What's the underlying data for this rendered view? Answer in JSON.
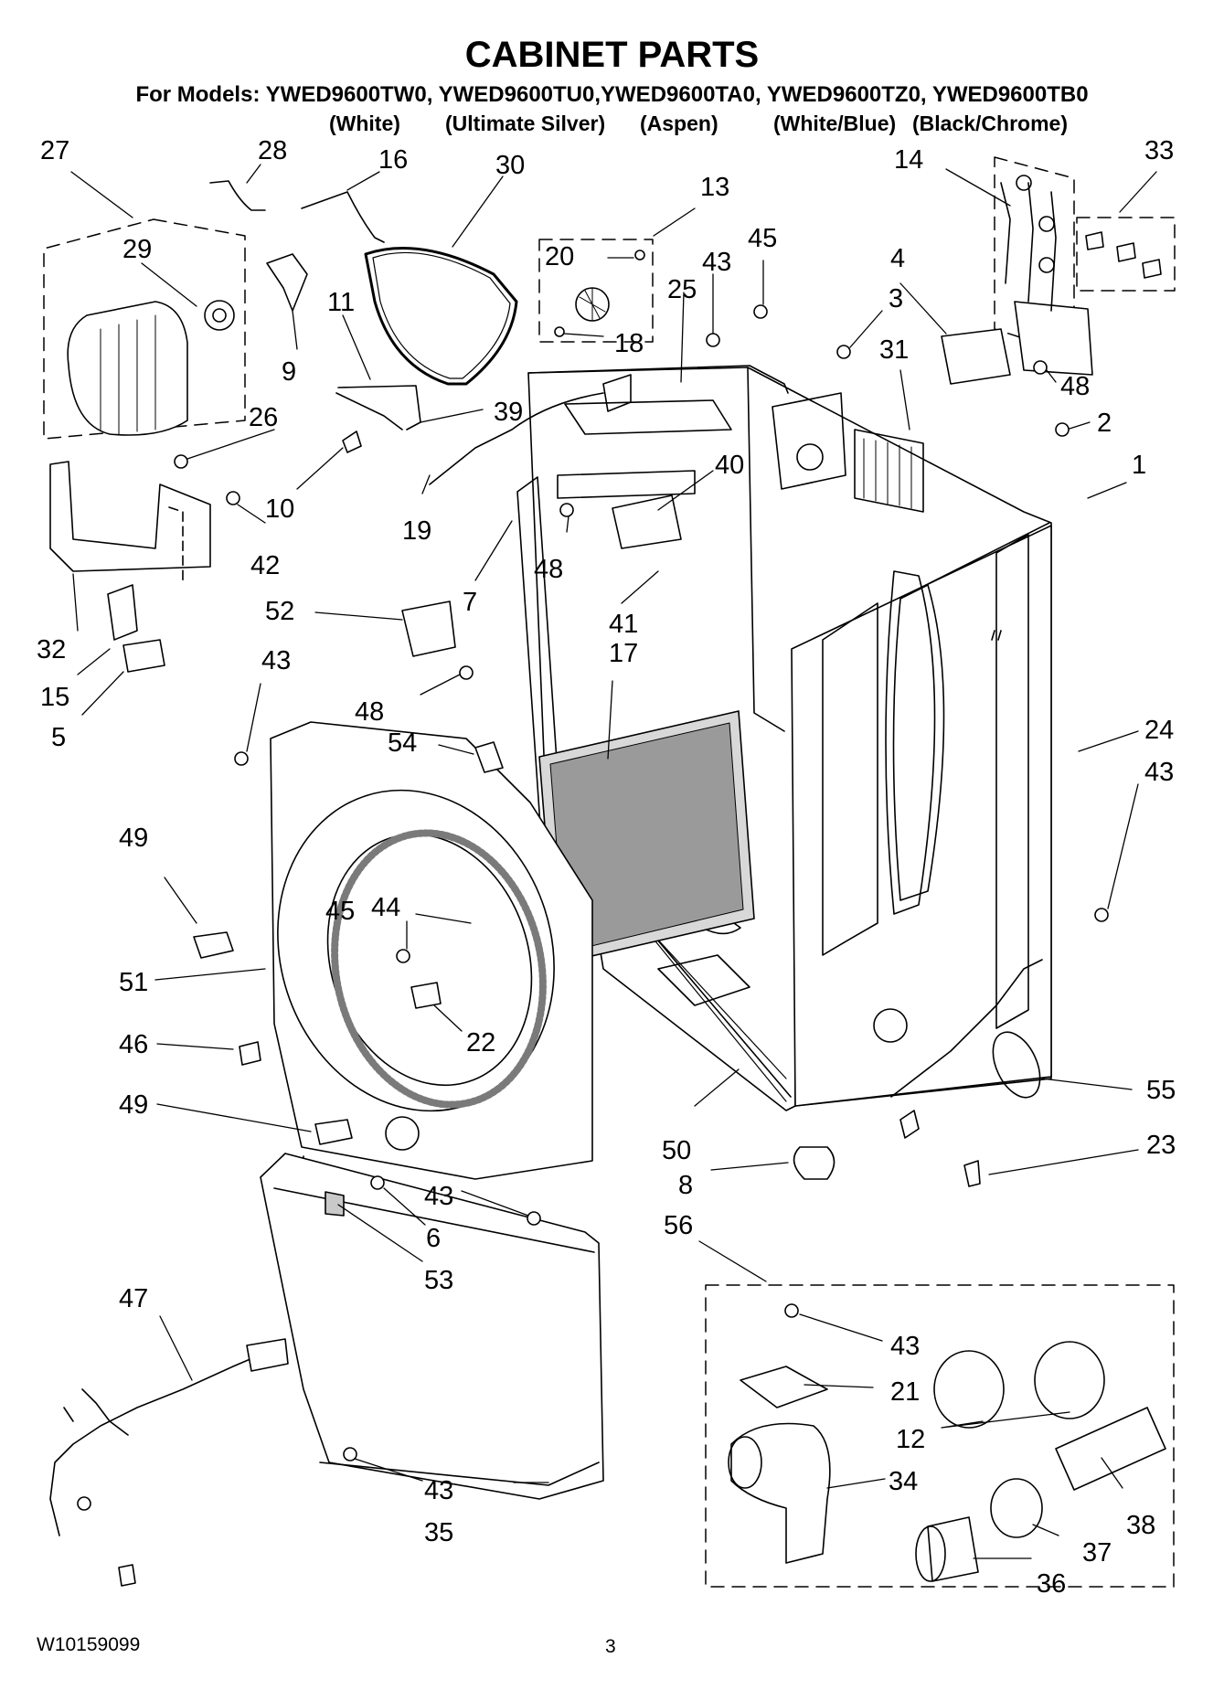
{
  "header": {
    "title": "CABINET PARTS",
    "models_line": "For Models: YWED9600TW0, YWED9600TU0,YWED9600TA0, YWED9600TZ0, YWED9600TB0",
    "colors": [
      "(White)",
      "(Ultimate Silver)",
      "(Aspen)",
      "(White/Blue)",
      "(Black/Chrome)"
    ]
  },
  "callouts": [
    "27",
    "28",
    "16",
    "30",
    "13",
    "33",
    "14",
    "29",
    "20",
    "43",
    "45",
    "4",
    "25",
    "3",
    "18",
    "9",
    "11",
    "31",
    "48",
    "26",
    "39",
    "2",
    "1",
    "10",
    "40",
    "42",
    "19",
    "48",
    "7",
    "32",
    "52",
    "41",
    "17",
    "15",
    "5",
    "43",
    "48",
    "54",
    "24",
    "43",
    "49",
    "45",
    "44",
    "51",
    "22",
    "46",
    "55",
    "49",
    "50",
    "23",
    "8",
    "43",
    "6",
    "53",
    "56",
    "47",
    "43",
    "21",
    "12",
    "34",
    "38",
    "43",
    "35",
    "37",
    "36"
  ],
  "footer": {
    "doc_number": "W10159099",
    "page_number": "3"
  }
}
